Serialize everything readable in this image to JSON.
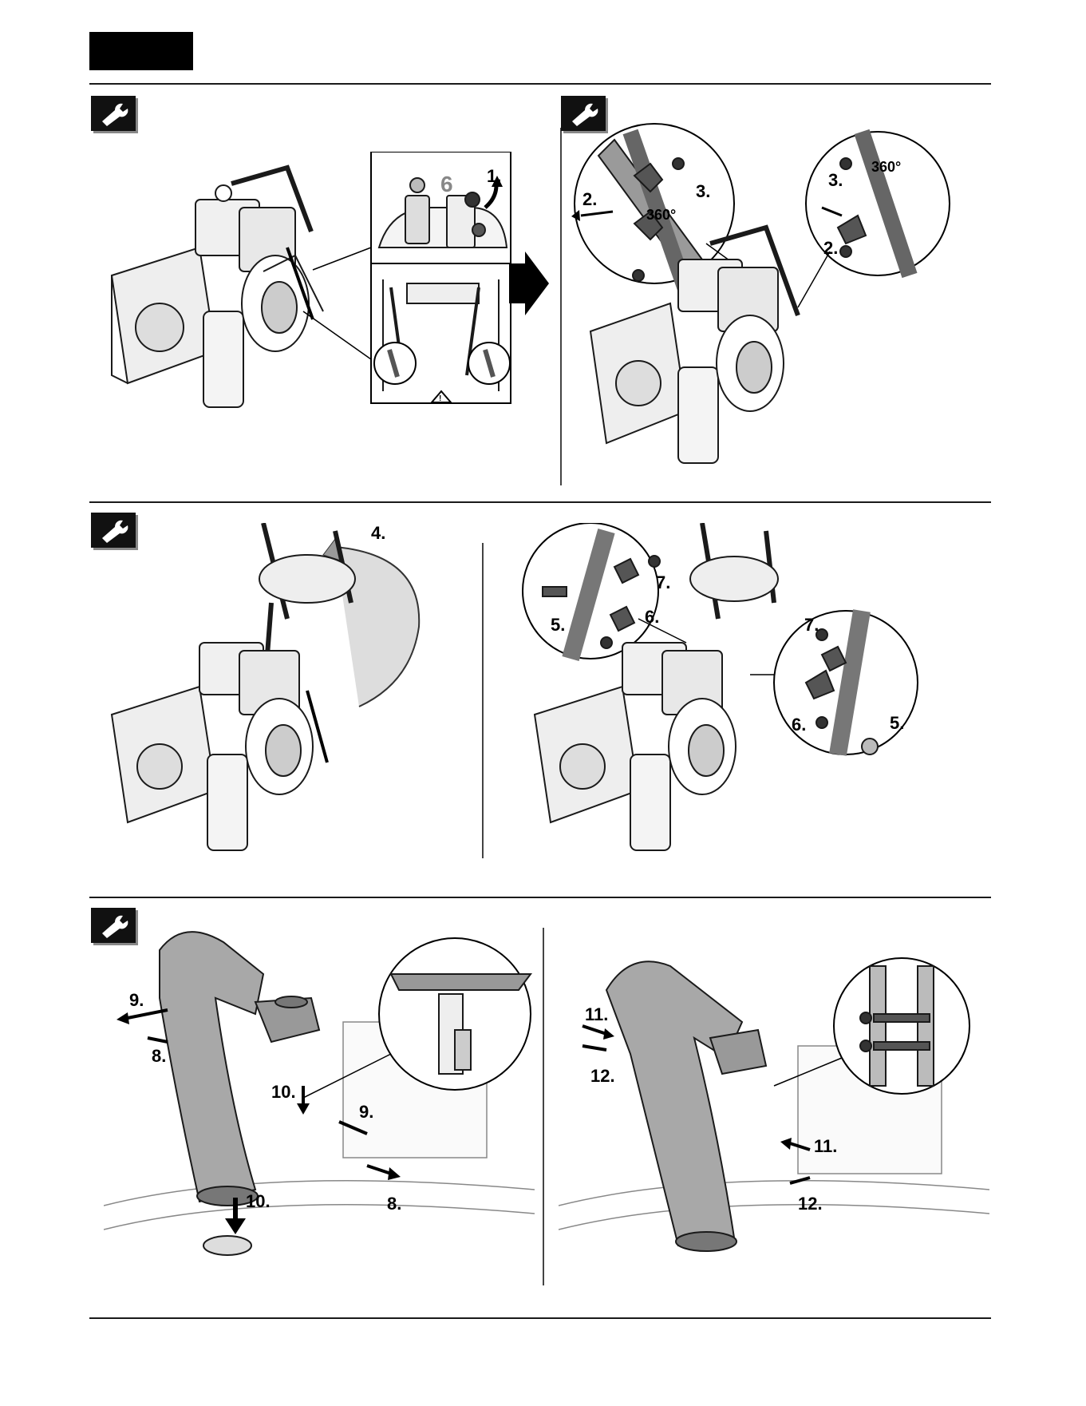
{
  "section_icon": "wrench-icon",
  "panel_a": {
    "steps": [
      "1."
    ],
    "lever_mark": "6"
  },
  "panel_b": {
    "steps_left": [
      "2.",
      "3."
    ],
    "angle_left": "360°",
    "steps_right": [
      "3.",
      "2."
    ],
    "angle_right": "360°"
  },
  "panel_c": {
    "steps": [
      "4."
    ]
  },
  "panel_d": {
    "steps_left": [
      "7.",
      "6.",
      "5."
    ],
    "steps_right": [
      "7.",
      "6.",
      "5."
    ]
  },
  "panel_e": {
    "steps": [
      "9.",
      "8.",
      "10.",
      "9.",
      "10.",
      "8."
    ]
  },
  "panel_f": {
    "steps": [
      "11.",
      "12.",
      "11.",
      "12."
    ]
  },
  "colors": {
    "ink": "#000000",
    "metal": "#9a9a9a",
    "chute": "#a8a8a8",
    "line": "#1a1a1a"
  }
}
